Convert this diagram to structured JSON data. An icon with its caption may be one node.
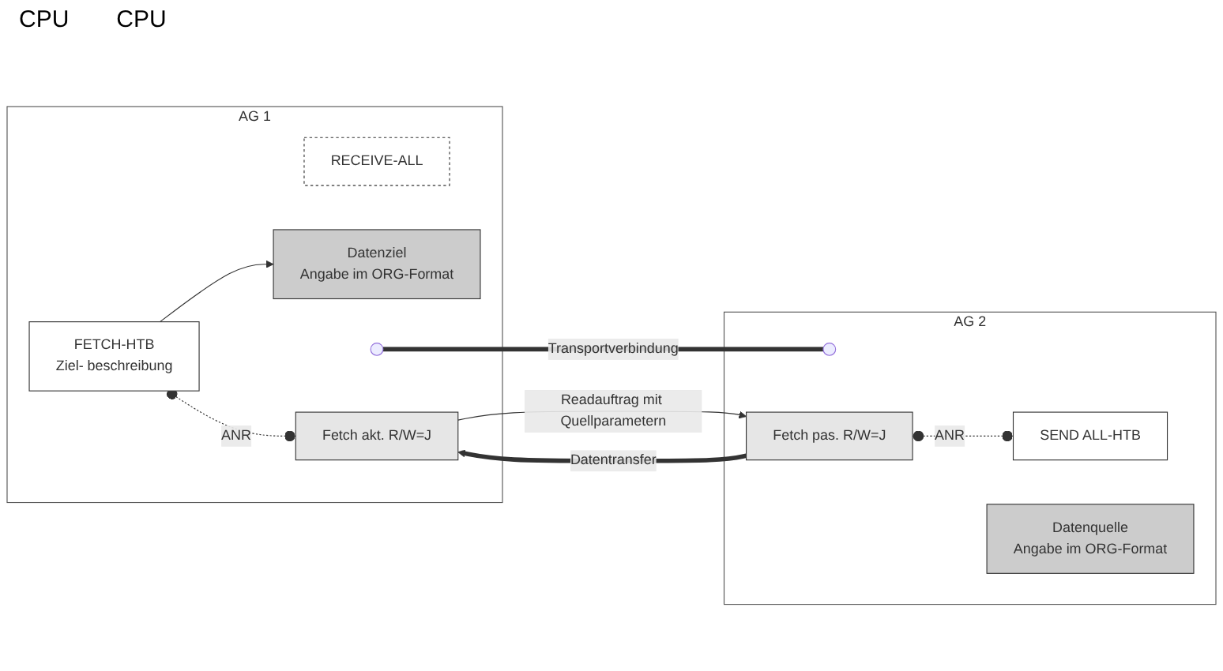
{
  "diagram": {
    "nodes": [
      {
        "text": [
          "AG 1"
        ]
      },
      {
        "text": [
          "FETCH-HTB",
          "Ziel- beschreibung"
        ],
        "in": 0
      },
      {
        "text": [
          "RECEIVE-ALL"
        ],
        "in": 0
      },
      {
        "text": [
          "Datenziel",
          "Angabe im ORG-Format"
        ],
        "in": 0
      },
      {
        "text": [
          "Fetch akt. R/W=J"
        ],
        "in": 0
      },
      {
        "text": [],
        "shape": "circle",
        "in": 0
      },
      {
        "text": [
          "AG 2"
        ]
      },
      {
        "text": [],
        "shape": "circle",
        "in": 6
      },
      {
        "text": [
          "Fetch pas. R/W=J"
        ],
        "in": 6
      },
      {
        "text": [
          "SEND ALL-HTB"
        ],
        "in": 6
      },
      {
        "text": [
          "Datenquelle",
          "Angabe im ORG-Format"
        ],
        "in": 6
      }
    ],
    "edges": [
      {
        "from": 5,
        "to": 7,
        "arrow": "none",
        "label": "Transportverbindung",
        "style": "thick"
      },
      {
        "from": 1,
        "to": 4,
        "arrow": "other",
        "label": "ANR",
        "style": "dashed"
      },
      {
        "from": 8,
        "to": 9,
        "arrow": "other",
        "label": "ANR",
        "style": "dashed"
      },
      {
        "from": 1,
        "to": 3,
        "arrow": "to"
      },
      {
        "from": 4,
        "to": 8,
        "arrow": "to",
        "label": "Readauftrag mit Quellparametern"
      },
      {
        "from": 8,
        "to": 4,
        "arrow": "to",
        "label": "Datentransfer",
        "style": "thick"
      }
    ],
    "labels": [
      "CPU",
      "CPU"
    ]
  }
}
